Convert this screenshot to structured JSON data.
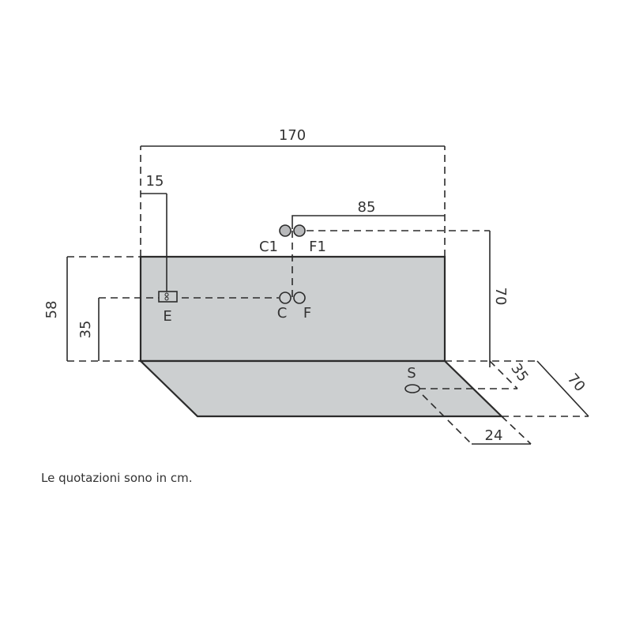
{
  "colors": {
    "surface": "#cccfd0",
    "line": "#2b2b2b",
    "connector_fill": "#b8b9bb"
  },
  "dimensions": {
    "total_width": "170",
    "drain_e_offset": "15",
    "supply_offset": "85",
    "wall_height": "58",
    "e_height": "35",
    "supply_upper_height": "70",
    "floor_depth": "70",
    "s_depth": "35",
    "s_offset": "24"
  },
  "labels": {
    "c1": "C1",
    "f1": "F1",
    "c": "C",
    "f": "F",
    "e": "E",
    "s": "S"
  },
  "note": "Le quotazioni sono in cm."
}
